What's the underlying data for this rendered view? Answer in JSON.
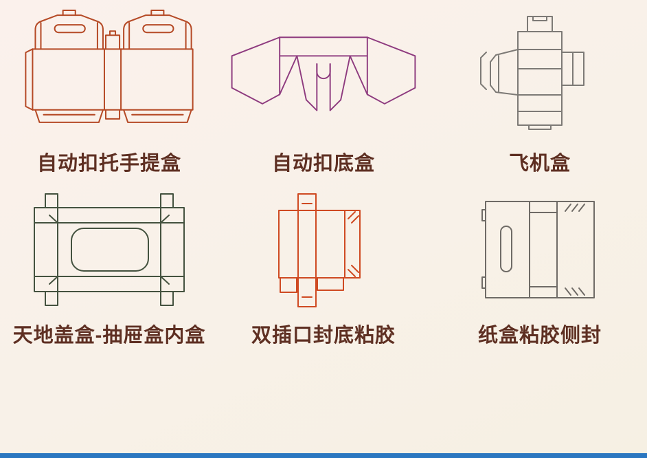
{
  "page": {
    "background_top": "#fbf1ec",
    "background_bottom": "#f6f0e3",
    "label_color": "#5e2f22",
    "footer_bar_color": "#2b77c0"
  },
  "cards": [
    {
      "label": "自动扣托手提盒",
      "color": "#b54a26",
      "icon": "handle-carry-box-dieline"
    },
    {
      "label": "自动扣底盒",
      "color": "#8e3b7f",
      "icon": "auto-lock-bottom-dieline"
    },
    {
      "label": "飞机盒",
      "color": "#7d7a76",
      "icon": "mailer-box-dieline"
    },
    {
      "label": "天地盖盒-抽屉盒内盒",
      "color": "#44523f",
      "icon": "lid-tray-box-dieline"
    },
    {
      "label": "双插口封底粘胶",
      "color": "#cf4a22",
      "icon": "double-tuck-glued-bottom-dieline"
    },
    {
      "label": "纸盒粘胶侧封",
      "color": "#6f6b66",
      "icon": "side-glued-carton-dieline"
    }
  ]
}
